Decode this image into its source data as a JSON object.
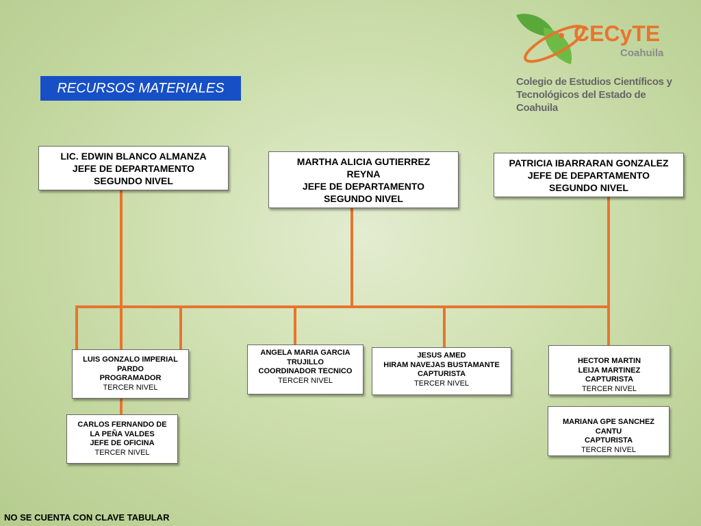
{
  "header": {
    "title": "RECURSOS MATERIALES",
    "logo_brand": "CECyTE",
    "logo_region": "Coahuila",
    "logo_desc_line1": "Colegio de Estudios Científicos y",
    "logo_desc_line2": "Tecnológicos del Estado de Coahuila"
  },
  "colors": {
    "banner": "#1750c6",
    "connector": "#e8742e",
    "logo_green": "#5aa83a",
    "logo_orange": "#e8742e"
  },
  "top": [
    {
      "lines": [
        "LIC. EDWIN BLANCO ALMANZA",
        "JEFE DE DEPARTAMENTO",
        "SEGUNDO NIVEL"
      ]
    },
    {
      "lines": [
        "MARTHA ALICIA GUTIERREZ",
        "REYNA",
        "JEFE DE DEPARTAMENTO",
        "SEGUNDO NIVEL"
      ]
    },
    {
      "lines": [
        "PATRICIA IBARRARAN GONZALEZ",
        "JEFE DE DEPARTAMENTO",
        "SEGUNDO NIVEL"
      ]
    }
  ],
  "staff": [
    {
      "lines": [
        "LUIS GONZALO IMPERIAL",
        "PARDO",
        "PROGRAMADOR"
      ],
      "level": "TERCER NIVEL"
    },
    {
      "lines": [
        "CARLOS FERNANDO DE",
        "LA PEÑA VALDES",
        "JEFE DE OFICINA"
      ],
      "level": "TERCER NIVEL"
    },
    {
      "lines": [
        "ANGELA MARIA GARCIA",
        "TRUJILLO",
        "COORDINADOR TECNICO"
      ],
      "level": "TERCER NIVEL"
    },
    {
      "lines": [
        "JESUS AMED",
        "HIRAM NAVEJAS BUSTAMANTE",
        "CAPTURISTA"
      ],
      "level": "TERCER NIVEL"
    },
    {
      "lines": [
        "HECTOR MARTIN",
        "LEIJA MARTINEZ",
        "CAPTURISTA"
      ],
      "level": "TERCER NIVEL"
    },
    {
      "lines": [
        "MARIANA GPE SANCHEZ",
        "CANTU",
        "CAPTURISTA"
      ],
      "level": "TERCER NIVEL"
    }
  ],
  "footer": "NO SE CUENTA CON CLAVE TABULAR"
}
